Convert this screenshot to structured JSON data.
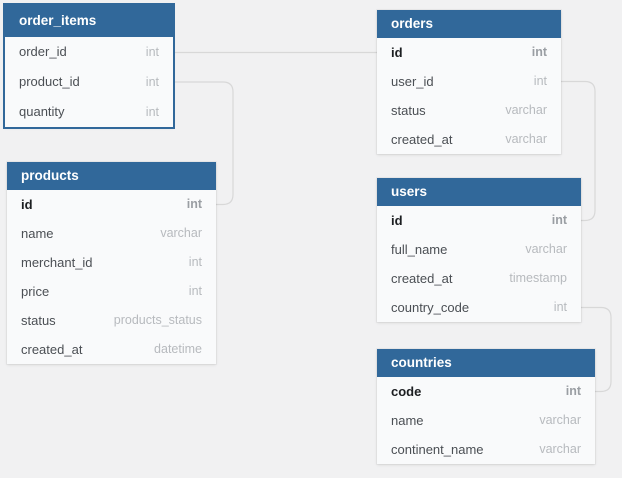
{
  "diagram": {
    "colors": {
      "header_blue": "#31689a",
      "selected_border": "#31689a",
      "connector_gray": "#d8d8d8",
      "canvas_bg": "#f1f1f2",
      "table_body_bg": "#f9fafb"
    },
    "tables": [
      {
        "name": "order_items",
        "selected": true,
        "fields": [
          {
            "name": "order_id",
            "type": "int",
            "pk": false
          },
          {
            "name": "product_id",
            "type": "int",
            "pk": false
          },
          {
            "name": "quantity",
            "type": "int",
            "pk": false
          }
        ]
      },
      {
        "name": "orders",
        "selected": false,
        "fields": [
          {
            "name": "id",
            "type": "int",
            "pk": true
          },
          {
            "name": "user_id",
            "type": "int",
            "pk": false
          },
          {
            "name": "status",
            "type": "varchar",
            "pk": false
          },
          {
            "name": "created_at",
            "type": "varchar",
            "pk": false
          }
        ]
      },
      {
        "name": "products",
        "selected": false,
        "fields": [
          {
            "name": "id",
            "type": "int",
            "pk": true
          },
          {
            "name": "name",
            "type": "varchar",
            "pk": false
          },
          {
            "name": "merchant_id",
            "type": "int",
            "pk": false
          },
          {
            "name": "price",
            "type": "int",
            "pk": false
          },
          {
            "name": "status",
            "type": "products_status",
            "pk": false
          },
          {
            "name": "created_at",
            "type": "datetime",
            "pk": false
          }
        ]
      },
      {
        "name": "users",
        "selected": false,
        "fields": [
          {
            "name": "id",
            "type": "int",
            "pk": true
          },
          {
            "name": "full_name",
            "type": "varchar",
            "pk": false
          },
          {
            "name": "created_at",
            "type": "timestamp",
            "pk": false
          },
          {
            "name": "country_code",
            "type": "int",
            "pk": false
          }
        ]
      },
      {
        "name": "countries",
        "selected": false,
        "fields": [
          {
            "name": "code",
            "type": "int",
            "pk": true
          },
          {
            "name": "name",
            "type": "varchar",
            "pk": false
          },
          {
            "name": "continent_name",
            "type": "varchar",
            "pk": false
          }
        ]
      }
    ],
    "relationships": [
      {
        "from": "order_items.order_id",
        "to": "orders.id"
      },
      {
        "from": "order_items.product_id",
        "to": "products.id"
      },
      {
        "from": "orders.user_id",
        "to": "users.id"
      },
      {
        "from": "users.country_code",
        "to": "countries.code"
      }
    ]
  }
}
